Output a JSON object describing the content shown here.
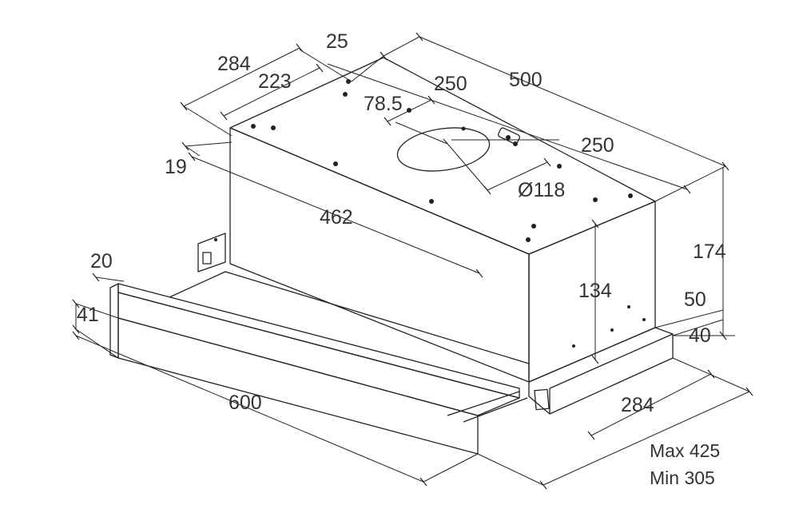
{
  "dimensions": {
    "top_width_284": "284",
    "offset_223": "223",
    "offset_25": "25",
    "center_250_a": "250",
    "depth_500": "500",
    "hole_78_5": "78.5",
    "center_250_b": "250",
    "offset_19": "19",
    "diameter_118": "Ø118",
    "width_462": "462",
    "height_174": "174",
    "height_134": "134",
    "front_20": "20",
    "front_41": "41",
    "side_50": "50",
    "side_40": "40",
    "width_600": "600",
    "depth_284": "284"
  },
  "notes": {
    "max": "Max 425",
    "min": "Min 305"
  }
}
